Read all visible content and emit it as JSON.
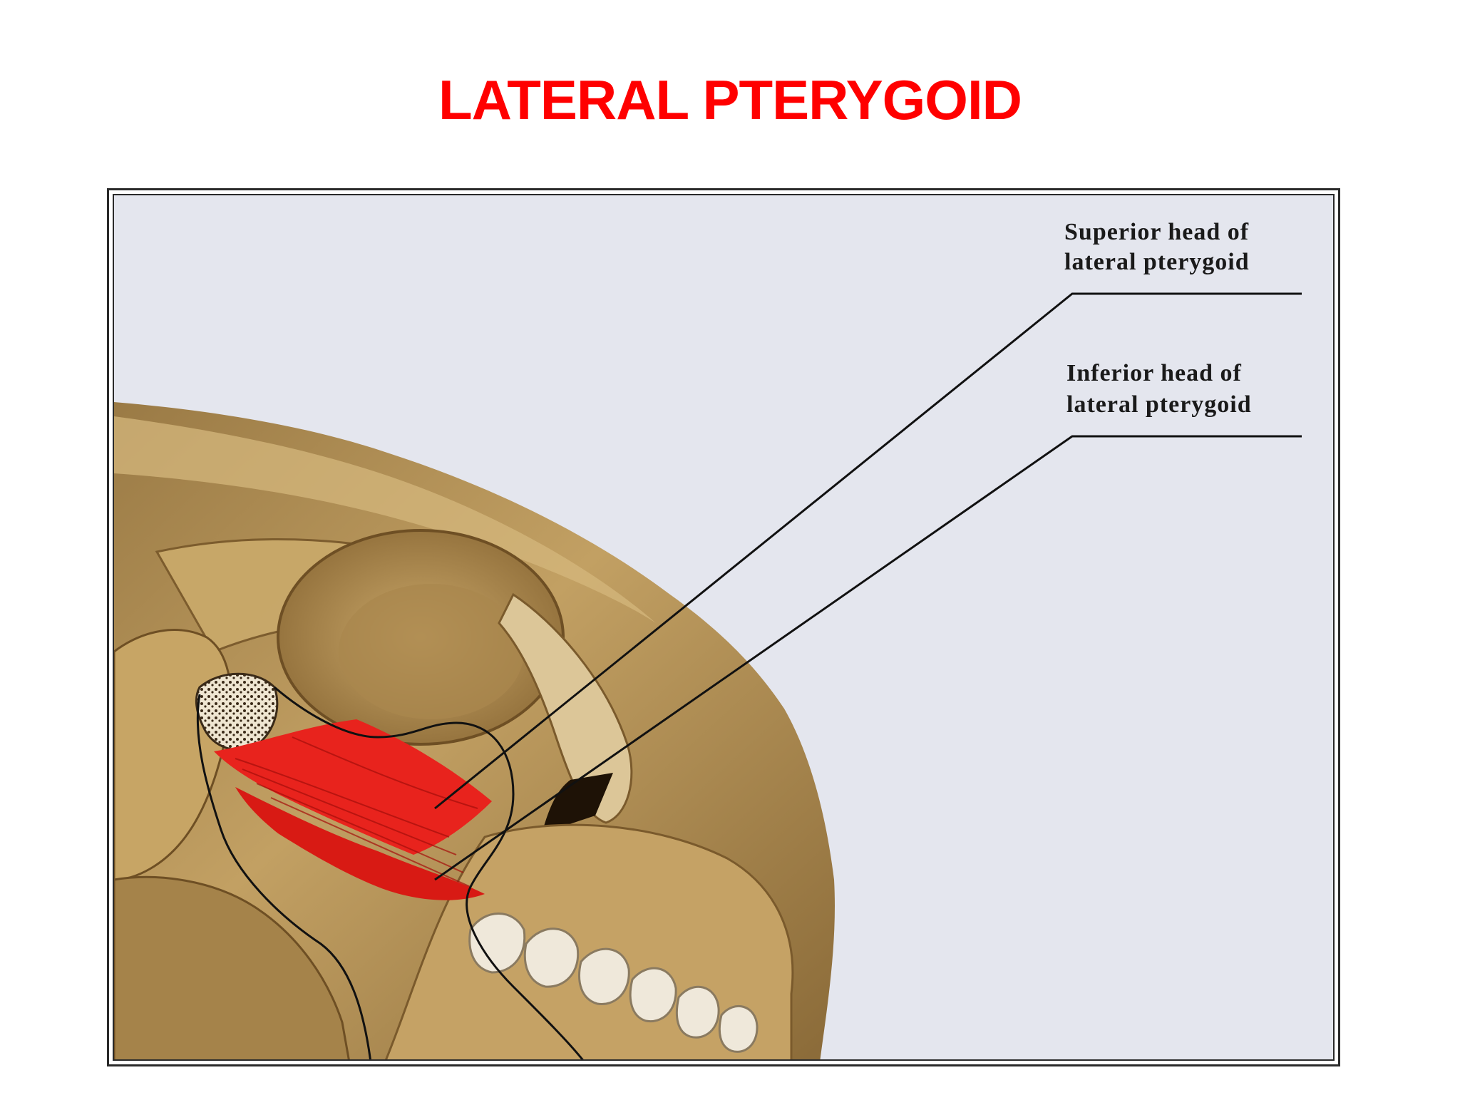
{
  "slide": {
    "title": "LATERAL PTERYGOID"
  },
  "figure": {
    "labels": {
      "superior": {
        "line1": "Superior head of",
        "line2": "lateral pterygoid"
      },
      "inferior": {
        "line1": "Inferior head of",
        "line2": "lateral pterygoid"
      }
    },
    "colors": {
      "title": "#ff0000",
      "muscle": "#e8231d",
      "bone": "#b89456",
      "background": "#e4e6ee"
    }
  }
}
